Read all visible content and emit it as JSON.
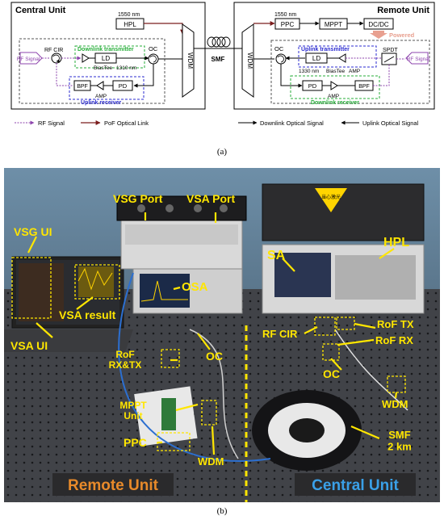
{
  "panel_a": {
    "caption": "(a)",
    "central": {
      "title": "Central Unit",
      "hpl_wavelength": "1550 nm",
      "hpl": "HPL",
      "rf_signal": "RF Signal",
      "rf_cir": "RF CIR",
      "downlink_tx": "Downlink transmitter",
      "ld": "LD",
      "bias_tee": "BiasTee",
      "ld_wavelength": "1310 nm",
      "oc": "OC",
      "bpf": "BPF",
      "pd": "PD",
      "amp": "AMP",
      "uplink_rx": "Uplink receiver",
      "wdm": "WDM"
    },
    "smf": "SMF",
    "remote": {
      "title": "Remote Unit",
      "ppc_wavelength": "1550 nm",
      "ppc": "PPC",
      "mppt": "MPPT",
      "dcdc": "DC/DC",
      "powered": "Powered",
      "wdm": "WDM",
      "oc": "OC",
      "uplink_tx": "Uplink transmitter",
      "ld": "LD",
      "bias_tee": "BiasTee",
      "ld_wavelength": "1330 nm",
      "amp": "AMP",
      "spdt": "SPDT",
      "rf_signal": "RF Signal",
      "pd": "PD",
      "bpf": "BPF",
      "amp2": "AMP",
      "downlink_rx": "Downlink receiver"
    },
    "legend": {
      "rf": "RF Signal",
      "pof": "PoF Optical Link",
      "downlink": "Downlink Optical Signal",
      "uplink": "Uplink Optical Signal"
    },
    "colors": {
      "rf": "#8e44ad",
      "pof": "#7b1d1d",
      "downlink_box": "#27ae3a",
      "uplink_box": "#2b2bd0",
      "powered": "#e8a090"
    }
  },
  "panel_b": {
    "caption": "(b)",
    "labels": {
      "vsg_port": "VSG Port",
      "vsa_port": "VSA Port",
      "vsg_ui": "VSG UI",
      "osa": "OSA",
      "sa": "SA",
      "hpl": "HPL",
      "vsa_result": "VSA result",
      "vsa_ui": "VSA UI",
      "rof_rxtx": "RoF\nRX&TX",
      "oc_left": "OC",
      "rf_cir": "RF CIR",
      "rof_tx": "RoF TX",
      "rof_rx": "RoF RX",
      "oc_right": "OC",
      "mppt_unit": "MPPT\nUnit",
      "ppc": "PPC",
      "wdm_left": "WDM",
      "wdm_right": "WDM",
      "smf": "SMF\n2 km",
      "remote_unit": "Remote Unit",
      "central_unit": "Central Unit",
      "warning_sign": "当心激光"
    },
    "colors": {
      "label": "#ffe600",
      "remote_unit": "#e88a2a",
      "central_unit": "#3aa0e8"
    }
  }
}
